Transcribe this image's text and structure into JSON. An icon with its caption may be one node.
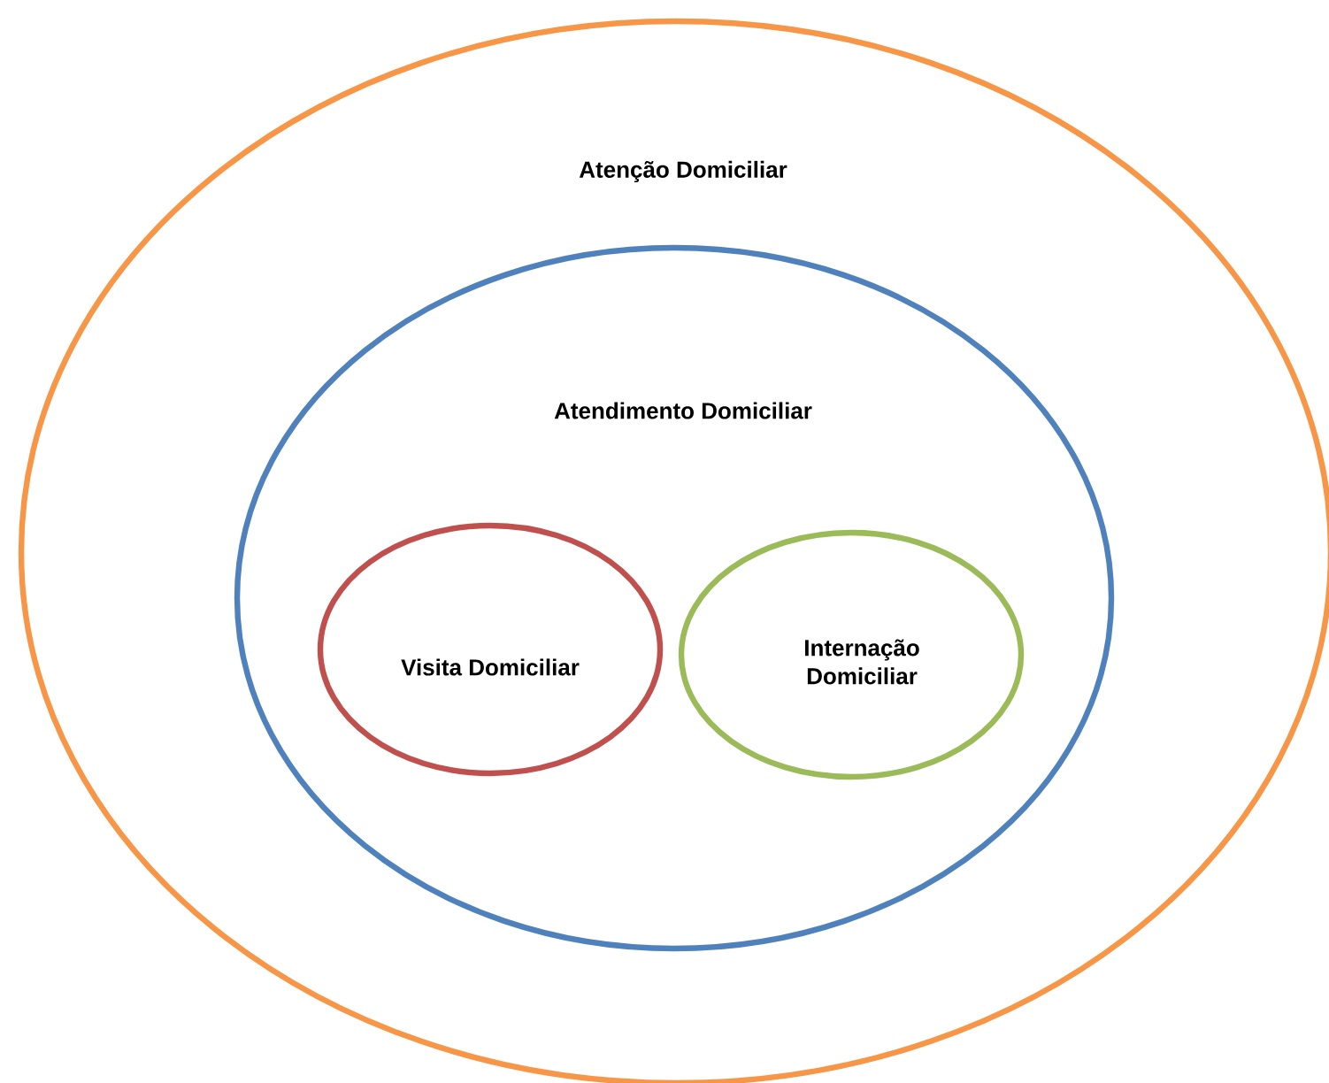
{
  "diagram": {
    "nodes": [
      {
        "text": [
          "Atenção Domiciliar"
        ]
      },
      {
        "text": [
          "Atendimento Domiciliar"
        ],
        "in": 0
      },
      {
        "text": [
          "Visita Domiciliar"
        ],
        "in": 1
      },
      {
        "text": [
          "Internação Domiciliar"
        ],
        "in": 1
      }
    ]
  }
}
